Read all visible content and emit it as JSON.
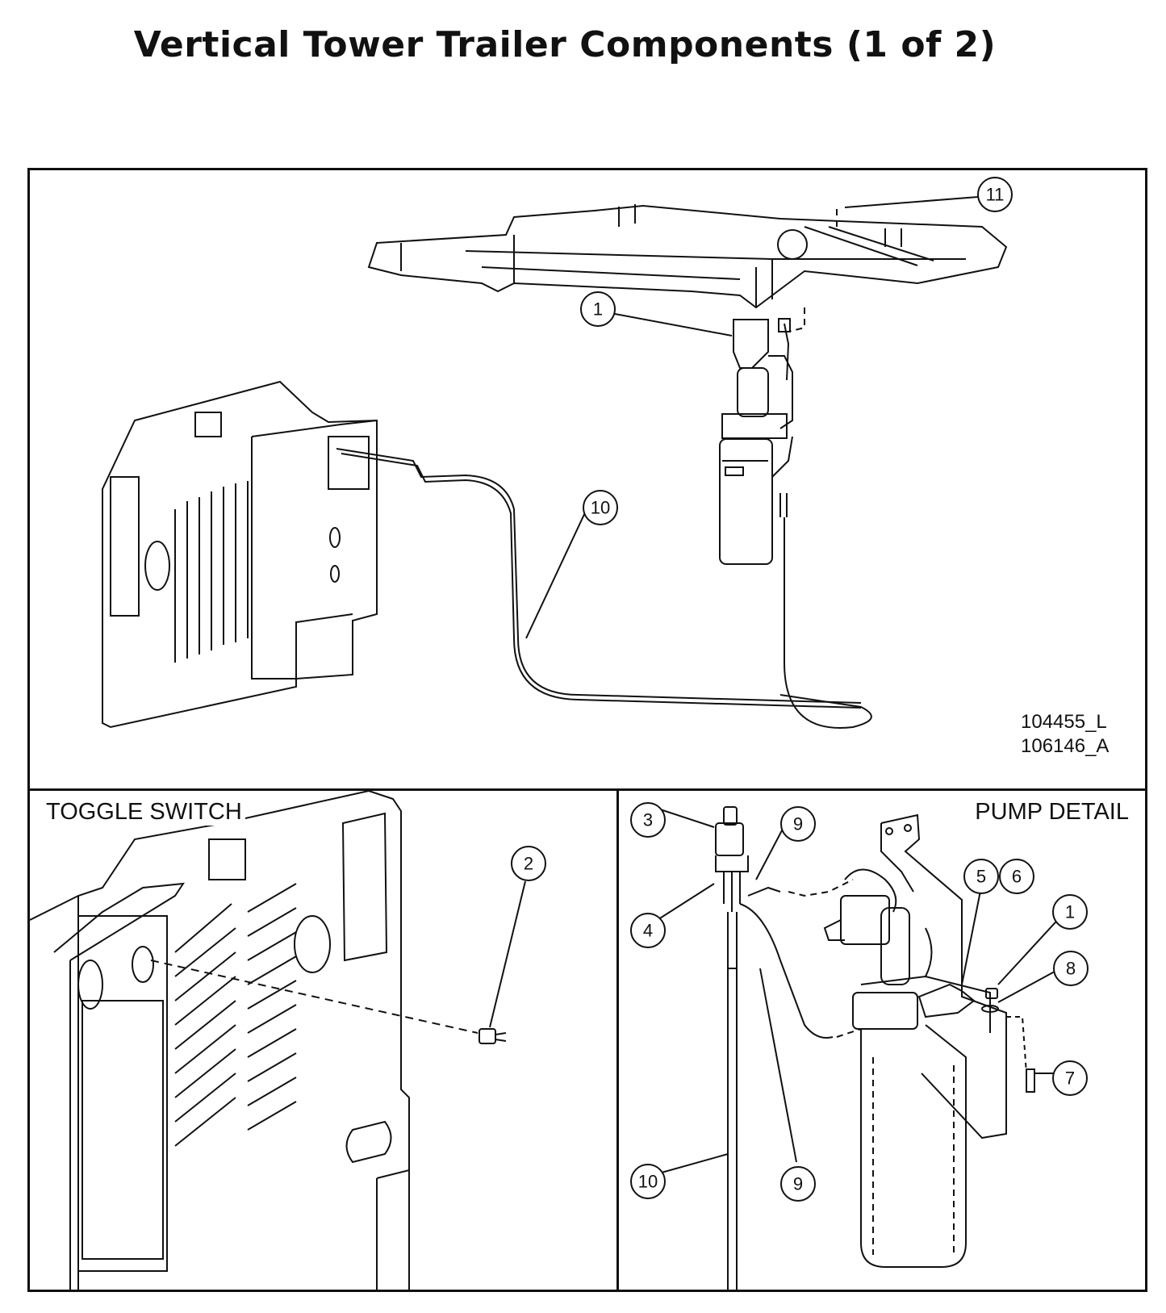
{
  "title": "Vertical Tower Trailer  Components (1 of 2)",
  "drawing_ids": [
    "104455_L",
    "106146_A"
  ],
  "panels": {
    "toggle_switch": {
      "label": "TOGGLE SWITCH"
    },
    "pump_detail": {
      "label": "PUMP DETAIL"
    }
  },
  "callouts": {
    "top": [
      "11",
      "1",
      "10"
    ],
    "toggle": [
      "2"
    ],
    "pump": [
      "3",
      "9",
      "5",
      "6",
      "4",
      "1",
      "8",
      "7",
      "10",
      "9"
    ]
  }
}
